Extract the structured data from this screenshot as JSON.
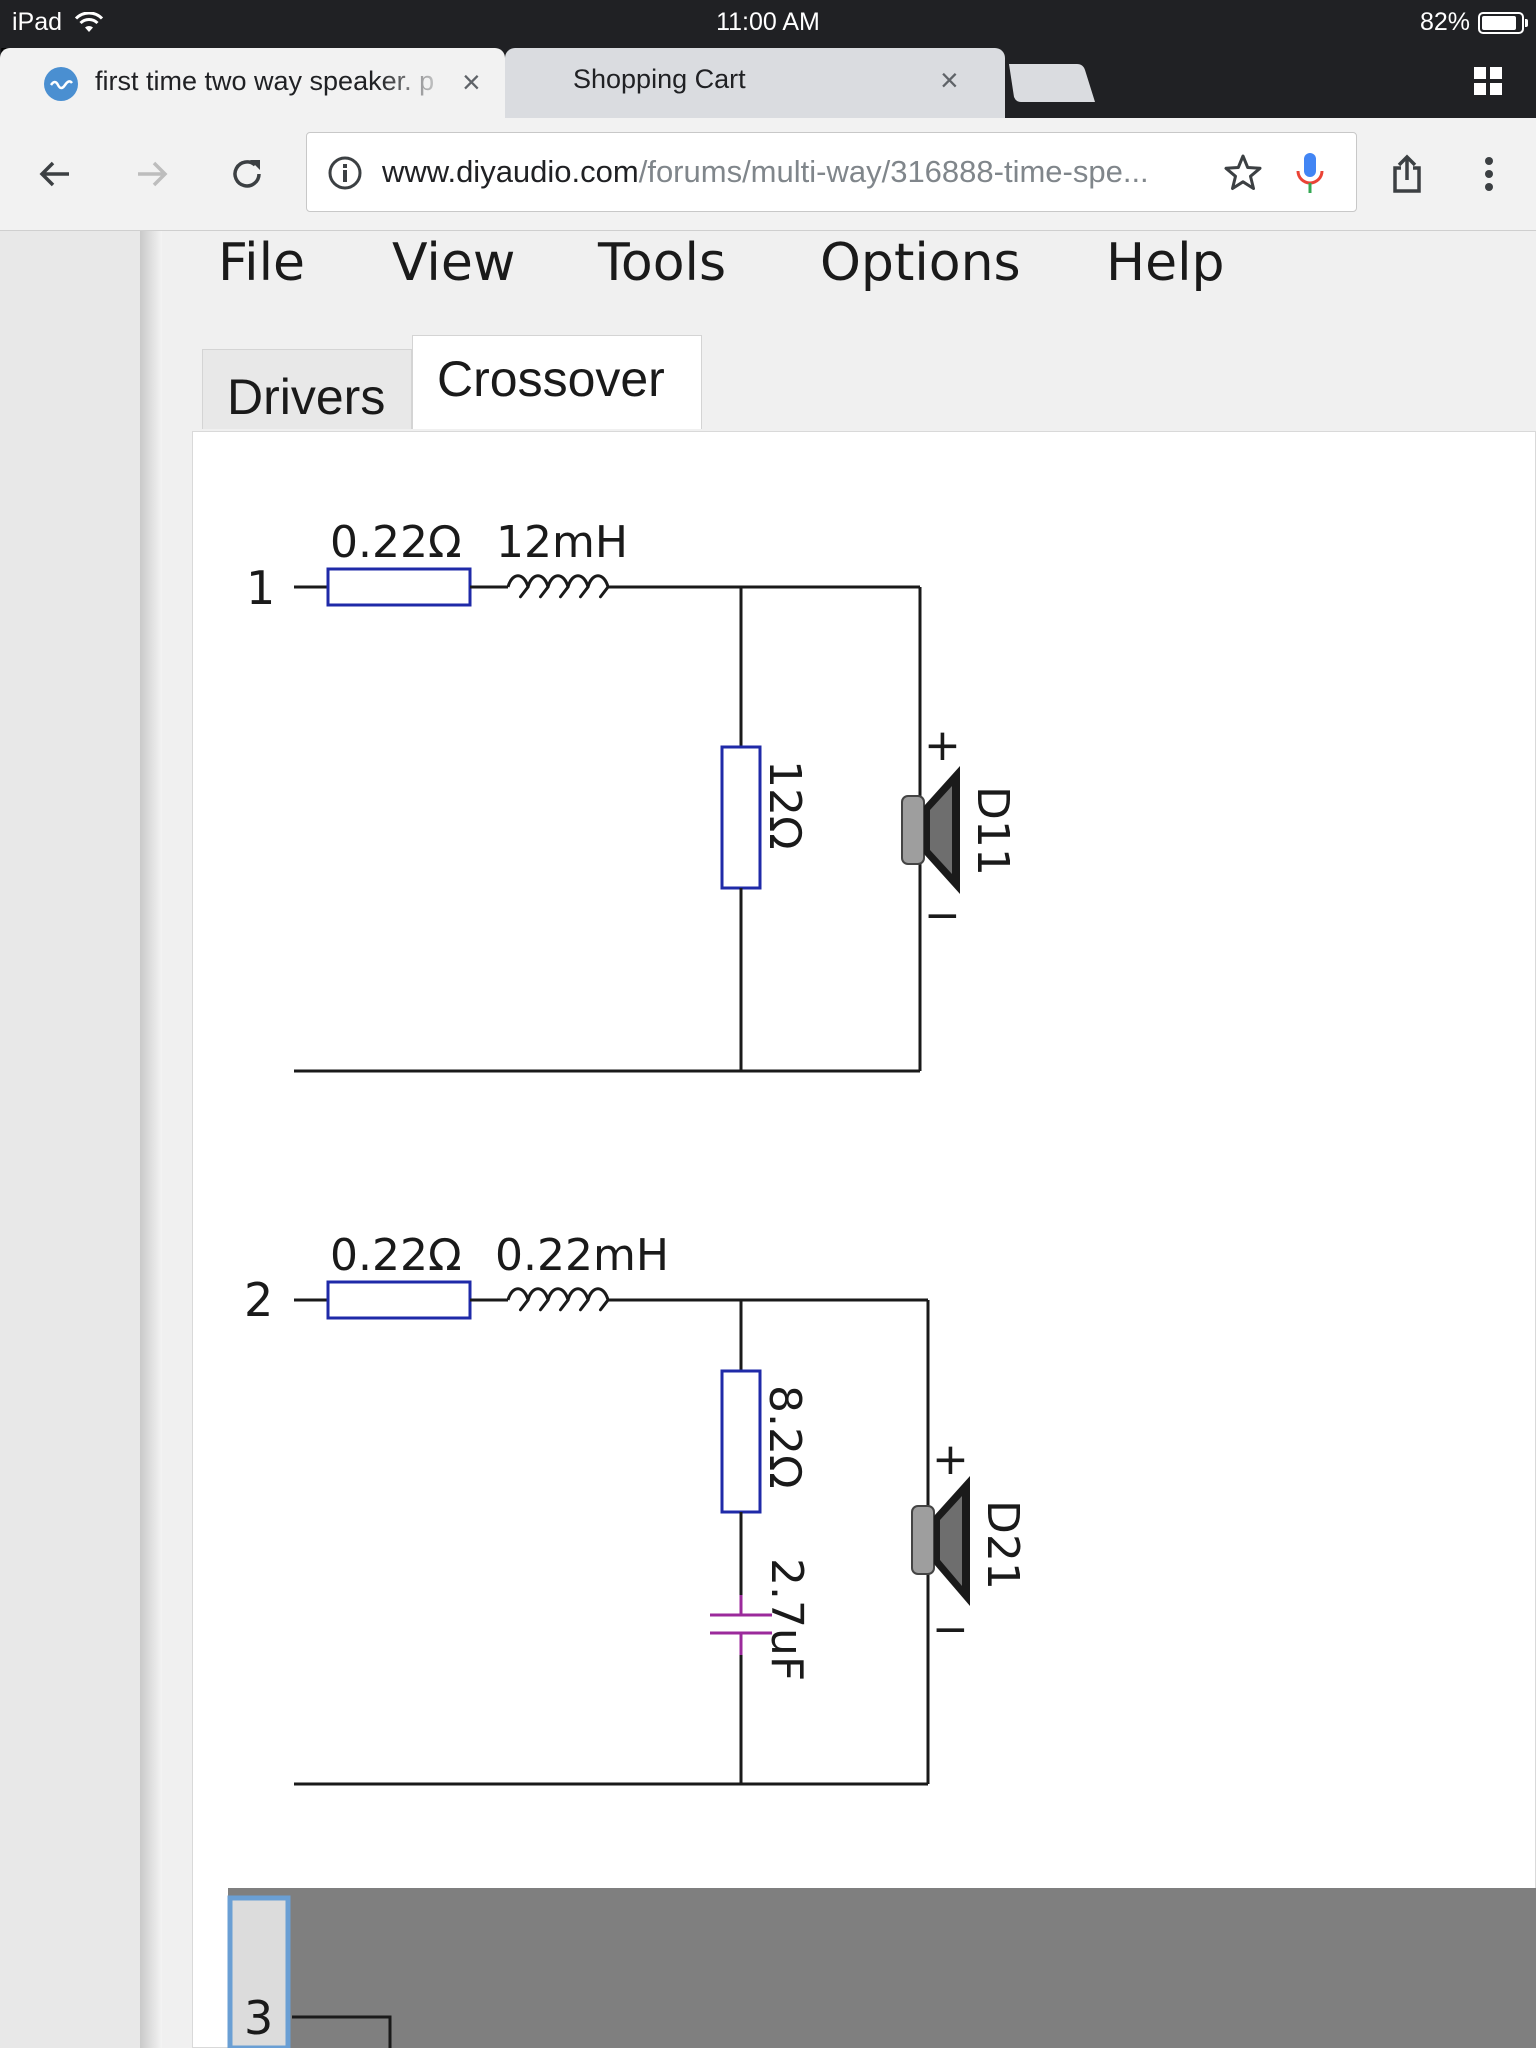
{
  "status_bar": {
    "device": "iPad",
    "time": "11:00 AM",
    "battery": "82%",
    "battery_level": 0.82
  },
  "browser": {
    "tabs": [
      {
        "title": "first time two way speaker. p",
        "active": true
      },
      {
        "title": "Shopping Cart",
        "active": false
      }
    ],
    "url_domain": "www.diyaudio.com",
    "url_path": "/forums/multi-way/316888-time-spe...",
    "icons": {
      "back": "back-arrow-icon",
      "forward": "forward-arrow-icon",
      "reload": "reload-icon",
      "info": "info-icon",
      "bookmark": "star-icon",
      "voice": "microphone-icon",
      "share": "share-icon",
      "menu": "more-vert-icon",
      "tab_switcher": "tab-grid-icon"
    }
  },
  "app": {
    "menu": [
      "File",
      "View",
      "Tools",
      "Options",
      "Help"
    ],
    "tabs": [
      "Drivers",
      "Crossover"
    ],
    "active_tab": "Crossover",
    "colors": {
      "resistor": "#1f2aa8",
      "capacitor": "#9b2a9b",
      "wire": "#1a1a1a",
      "selection": "#7f7f7f"
    }
  },
  "crossover": {
    "circuits": [
      {
        "number": "1",
        "series_resistor": "0.22Ω",
        "series_inductor": "12mH",
        "shunt_resistor": "12Ω",
        "driver": "D11",
        "plus": "+",
        "minus": "−"
      },
      {
        "number": "2",
        "series_resistor": "0.22Ω",
        "series_inductor": "0.22mH",
        "shunt_resistor": "8.2Ω",
        "shunt_capacitor": "2.7uF",
        "driver": "D21",
        "plus": "+",
        "minus": "−"
      }
    ],
    "partial_circuit_number": "3"
  }
}
